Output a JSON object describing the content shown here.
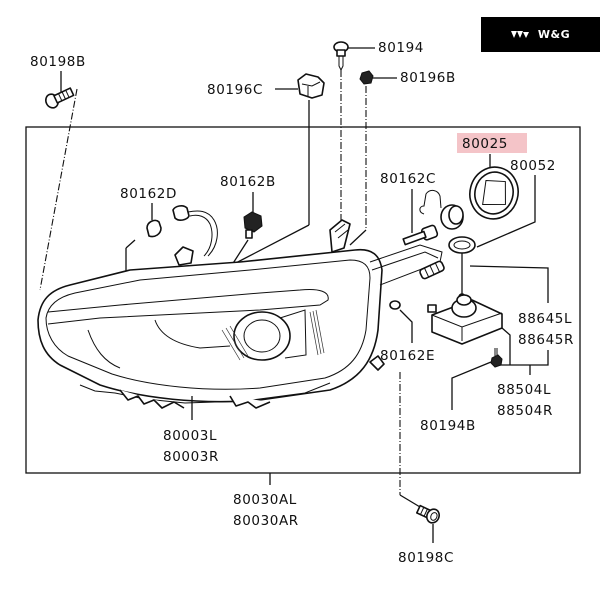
{
  "brand": {
    "logo_icon": "triple-chevron-logo-icon",
    "text": "W&G"
  },
  "diagram": {
    "title": "Headlamp assembly parts diagram",
    "highlight_color": "#f4c4c8",
    "parts": [
      {
        "id": "p80198B",
        "number": "80198B",
        "description": "bolt"
      },
      {
        "id": "p80196C",
        "number": "80196C",
        "description": "clip"
      },
      {
        "id": "p80194",
        "number": "80194",
        "description": "screw"
      },
      {
        "id": "p80196B",
        "number": "80196B",
        "description": "nut"
      },
      {
        "id": "p80025",
        "number": "80025",
        "description": "cover",
        "highlighted": true
      },
      {
        "id": "p80052",
        "number": "80052",
        "description": "gasket"
      },
      {
        "id": "p80162D",
        "number": "80162D",
        "description": "bulb"
      },
      {
        "id": "p80162B",
        "number": "80162B",
        "description": "bulb socket"
      },
      {
        "id": "p80162C",
        "number": "80162C",
        "description": "bulb"
      },
      {
        "id": "p80162E",
        "number": "80162E",
        "description": "grommet"
      },
      {
        "id": "p88645L",
        "number": "88645L",
        "description": "igniter"
      },
      {
        "id": "p88645R",
        "number": "88645R",
        "description": "igniter"
      },
      {
        "id": "p88504L",
        "number": "88504L",
        "description": "ballast"
      },
      {
        "id": "p88504R",
        "number": "88504R",
        "description": "ballast"
      },
      {
        "id": "p80194B",
        "number": "80194B",
        "description": "screw"
      },
      {
        "id": "p80003L",
        "number": "80003L",
        "description": "lens housing"
      },
      {
        "id": "p80003R",
        "number": "80003R",
        "description": "lens housing"
      },
      {
        "id": "p80030AL",
        "number": "80030AL",
        "description": "headlamp assembly"
      },
      {
        "id": "p80030AR",
        "number": "80030AR",
        "description": "headlamp assembly"
      },
      {
        "id": "p80198C",
        "number": "80198C",
        "description": "bolt"
      }
    ]
  }
}
